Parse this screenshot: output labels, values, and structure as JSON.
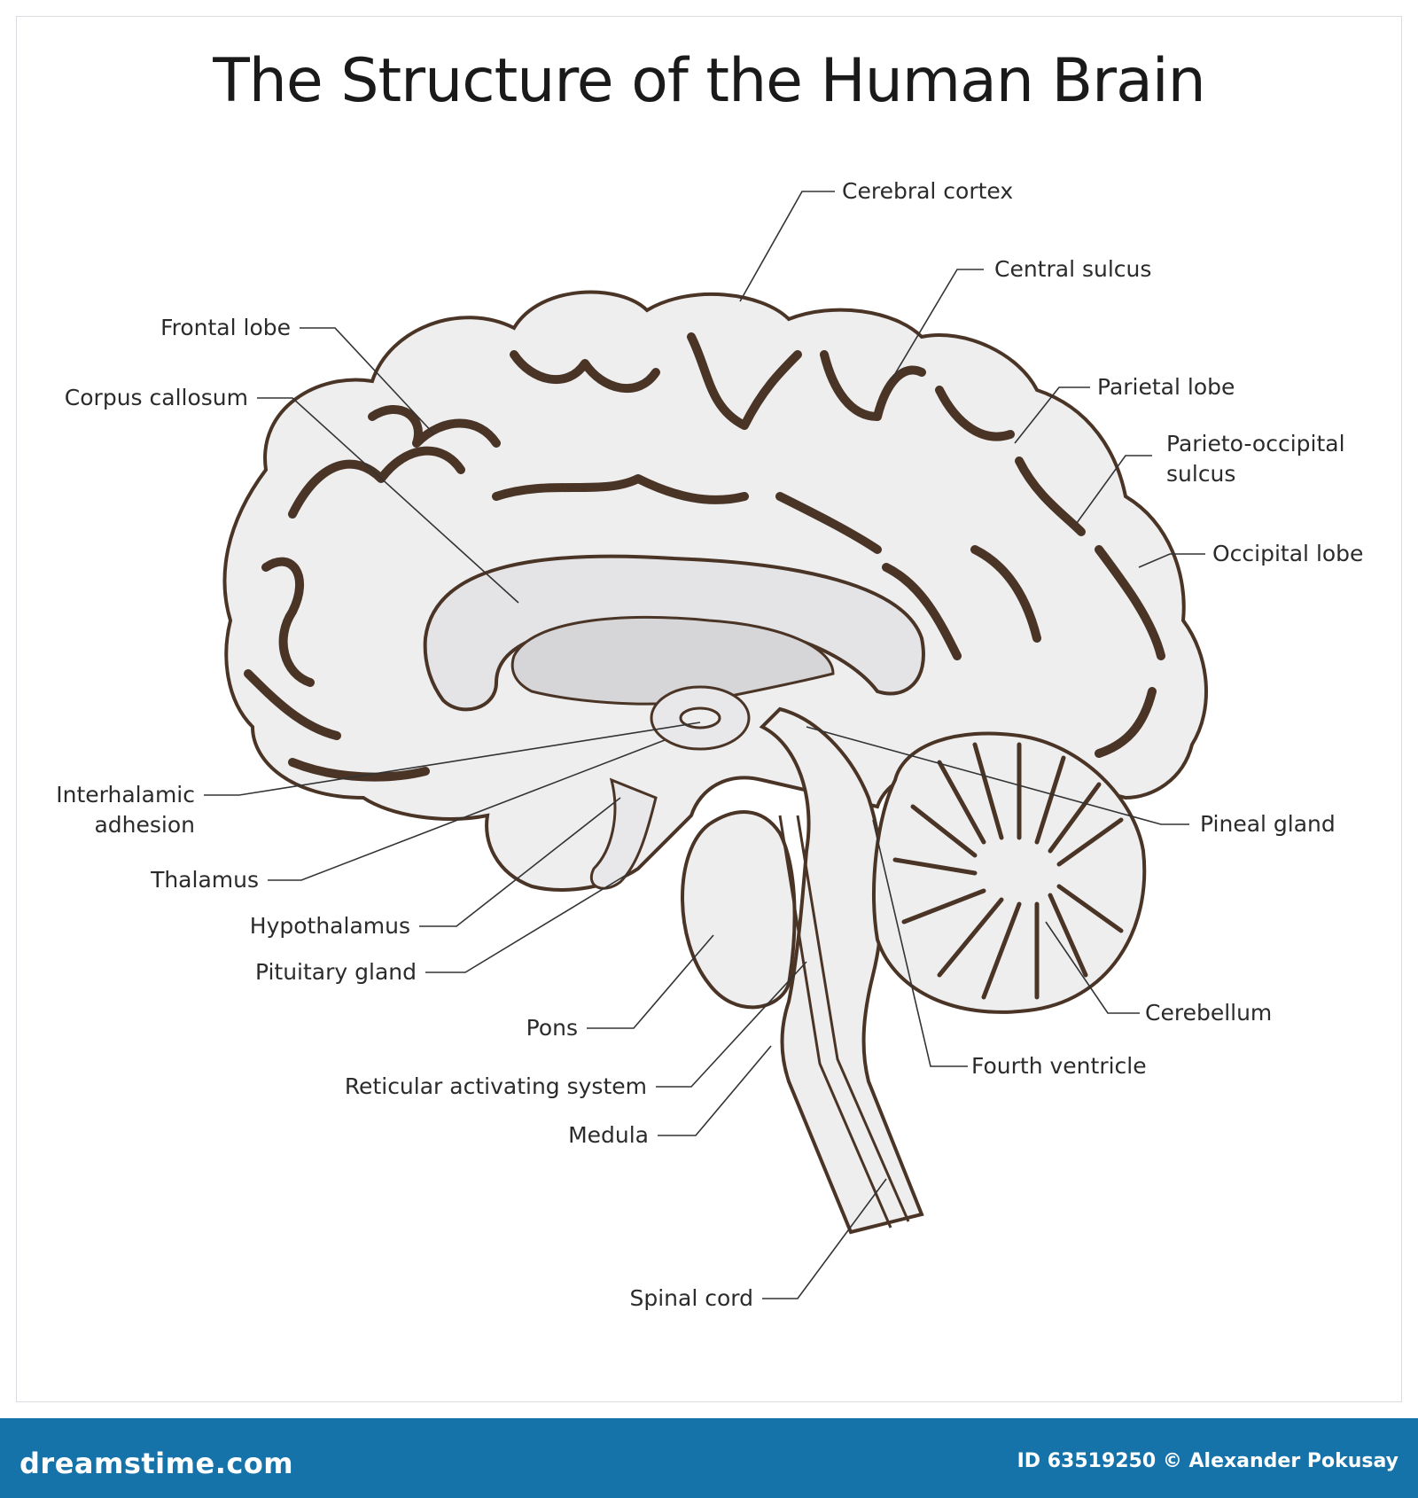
{
  "title": "The Structure of the Human Brain",
  "labels": {
    "cerebral_cortex": "Cerebral cortex",
    "central_sulcus": "Central sulcus",
    "frontal_lobe": "Frontal lobe",
    "corpus_callosum": "Corpus callosum",
    "parietal_lobe": "Parietal lobe",
    "parieto_occipital_line1": "Parieto-occipital",
    "parieto_occipital_line2": "sulcus",
    "occipital_lobe": "Occipital lobe",
    "interhalamic_line1": "Interhalamic",
    "interhalamic_line2": "adhesion",
    "thalamus": "Thalamus",
    "hypothalamus": "Hypothalamus",
    "pituitary_gland": "Pituitary gland",
    "pineal_gland": "Pineal gland",
    "pons": "Pons",
    "cerebellum": "Cerebellum",
    "reticular_activating_system": "Reticular activating system",
    "fourth_ventricle": "Fourth ventricle",
    "medula": "Medula",
    "spinal_cord": "Spinal cord"
  },
  "footer": {
    "logo": "dreamstime.com",
    "credit": "ID 63519250 © Alexander Pokusay"
  },
  "colors": {
    "outline": "#4a3426",
    "brain_fill": "#eeeeef",
    "shade_fill": "#d6d6d8",
    "footer_bg": "#1673aa"
  }
}
